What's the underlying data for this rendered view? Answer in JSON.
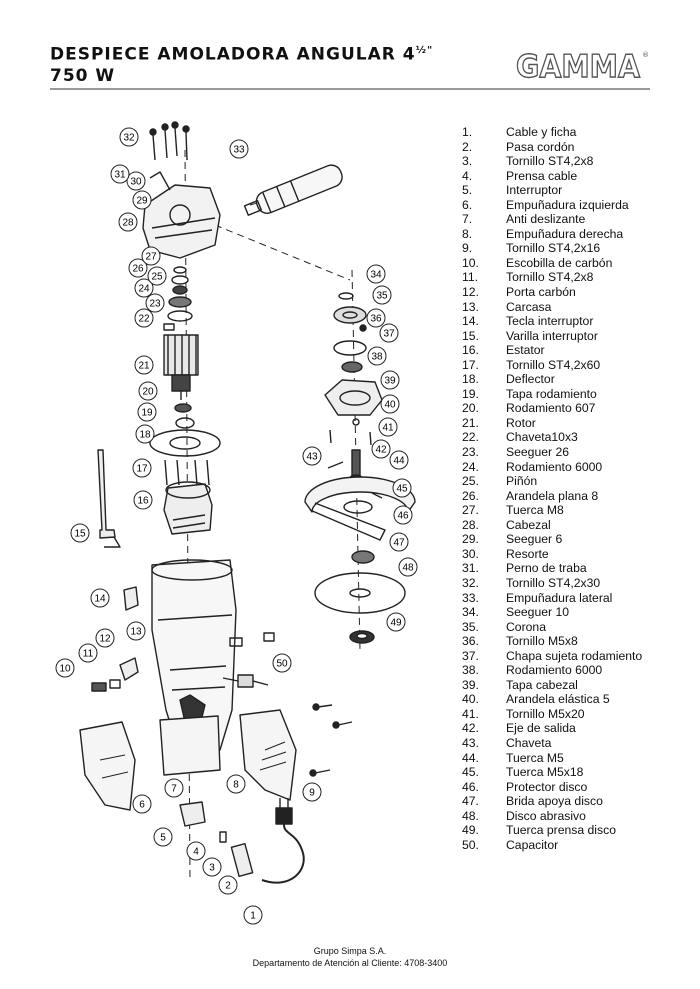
{
  "header": {
    "title_line1": "DESPIECE AMOLADORA ANGULAR 4",
    "title_fraction": "½\"",
    "title_line2": "750 W",
    "brand": "GAMMA",
    "registered_mark": "®"
  },
  "callouts": [
    "1",
    "2",
    "3",
    "4",
    "5",
    "6",
    "7",
    "8",
    "9",
    "10",
    "11",
    "12",
    "13",
    "14",
    "15",
    "16",
    "17",
    "18",
    "19",
    "20",
    "21",
    "22",
    "23",
    "24",
    "25",
    "26",
    "27",
    "28",
    "29",
    "30",
    "31",
    "32",
    "33",
    "34",
    "35",
    "36",
    "37",
    "38",
    "39",
    "40",
    "41",
    "42",
    "43",
    "44",
    "45",
    "46",
    "47",
    "48",
    "49",
    "50"
  ],
  "parts": [
    {
      "num": "1.",
      "name": "Cable y ficha"
    },
    {
      "num": "2.",
      "name": "Pasa cordón"
    },
    {
      "num": "3.",
      "name": "Tornillo ST4,2x8"
    },
    {
      "num": "4.",
      "name": "Prensa cable"
    },
    {
      "num": "5.",
      "name": "Interruptor"
    },
    {
      "num": "6.",
      "name": "Empuñadura izquierda"
    },
    {
      "num": "7.",
      "name": "Anti deslizante"
    },
    {
      "num": "8.",
      "name": "Empuñadura derecha"
    },
    {
      "num": "9.",
      "name": "Tornillo ST4,2x16"
    },
    {
      "num": "10.",
      "name": "Escobilla de carbón"
    },
    {
      "num": "11.",
      "name": "Tornillo ST4,2x8"
    },
    {
      "num": "12.",
      "name": "Porta carbón"
    },
    {
      "num": "13.",
      "name": "Carcasa"
    },
    {
      "num": "14.",
      "name": "Tecla interruptor"
    },
    {
      "num": "15.",
      "name": "Varilla interruptor"
    },
    {
      "num": "16.",
      "name": "Estator"
    },
    {
      "num": "17.",
      "name": "Tornillo ST4,2x60"
    },
    {
      "num": "18.",
      "name": "Deflector"
    },
    {
      "num": "19.",
      "name": "Tapa rodamiento"
    },
    {
      "num": "20.",
      "name": "Rodamiento 607"
    },
    {
      "num": "21.",
      "name": "Rotor"
    },
    {
      "num": "22.",
      "name": "Chaveta10x3"
    },
    {
      "num": "23.",
      "name": "Seeguer 26"
    },
    {
      "num": "24.",
      "name": "Rodamiento 6000"
    },
    {
      "num": "25.",
      "name": "Piñón"
    },
    {
      "num": "26.",
      "name": "Arandela plana 8"
    },
    {
      "num": "27.",
      "name": "Tuerca M8"
    },
    {
      "num": "28.",
      "name": "Cabezal"
    },
    {
      "num": "29.",
      "name": "Seeguer 6"
    },
    {
      "num": "30.",
      "name": "Resorte"
    },
    {
      "num": "31.",
      "name": "Perno de traba"
    },
    {
      "num": "32.",
      "name": "Tornillo ST4,2x30"
    },
    {
      "num": "33.",
      "name": "Empuñadura lateral"
    },
    {
      "num": "34.",
      "name": "Seeguer 10"
    },
    {
      "num": "35.",
      "name": "Corona"
    },
    {
      "num": "36.",
      "name": "Tornillo M5x8"
    },
    {
      "num": "37.",
      "name": "Chapa sujeta rodamiento"
    },
    {
      "num": "38.",
      "name": "Rodamiento 6000"
    },
    {
      "num": "39.",
      "name": "Tapa cabezal"
    },
    {
      "num": "40.",
      "name": "Arandela elástica 5"
    },
    {
      "num": "41.",
      "name": "Tornillo M5x20"
    },
    {
      "num": "42.",
      "name": "Eje de salida"
    },
    {
      "num": "43.",
      "name": "Chaveta"
    },
    {
      "num": "44.",
      "name": "Tuerca M5"
    },
    {
      "num": "45.",
      "name": "Tuerca M5x18"
    },
    {
      "num": "46.",
      "name": "Protector disco"
    },
    {
      "num": "47.",
      "name": "Brida apoya disco"
    },
    {
      "num": "48.",
      "name": "Disco abrasivo"
    },
    {
      "num": "49.",
      "name": "Tuerca prensa disco"
    },
    {
      "num": "50.",
      "name": "Capacitor"
    }
  ],
  "footer": {
    "company": "Grupo Simpa S.A.",
    "contact": "Departamento de Atención al Cliente: 4708-3400"
  }
}
